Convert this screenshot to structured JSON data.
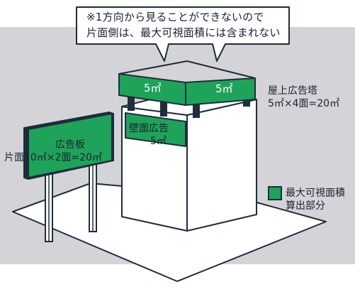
{
  "callout": {
    "line1": "※1方向から見ることができないので",
    "line2": "片面側は、最大可視面積には含まれない"
  },
  "tower": {
    "panel_left": "5㎡",
    "panel_right": "5㎡",
    "label_line1": "屋上広告塔",
    "label_line2": "5㎡×4面=20㎡"
  },
  "wall_sign": {
    "line1": "壁面広告",
    "line2": "5㎡"
  },
  "billboard": {
    "line1": "広告板",
    "line2": "片面10㎡×2面=20㎡"
  },
  "legend": {
    "line1": "最大可視面積",
    "line2": "算出部分"
  },
  "colors": {
    "accent_green": "#1fa35a",
    "outline": "#1f2d3d",
    "background_gray": "#d4d4d8",
    "white": "#ffffff"
  }
}
